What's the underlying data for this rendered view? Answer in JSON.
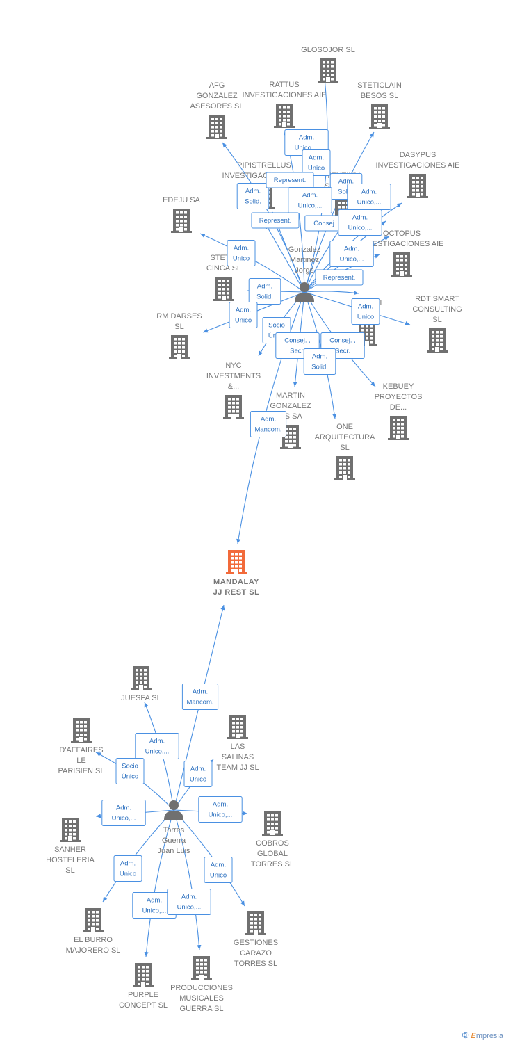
{
  "colors": {
    "edge": "#4a90e2",
    "building": "#707070",
    "highlight": "#f26a3a",
    "person": "#707070",
    "label": "#777777"
  },
  "footer": {
    "copyright": "©",
    "brand_initial": "E",
    "brand_rest": "mpresia"
  },
  "nodes": [
    {
      "id": "target",
      "type": "company",
      "highlight": true,
      "label": [
        "MANDALAY",
        "JJ REST  SL"
      ]
    },
    {
      "id": "p1",
      "type": "person",
      "label": [
        "Gonzalez",
        "Martinez",
        "Jorge"
      ]
    },
    {
      "id": "p2",
      "type": "person",
      "label": [
        "Torres",
        "Guerra",
        "Juan Luis"
      ]
    },
    {
      "id": "glosojor",
      "type": "company",
      "label": [
        "GLOSOJOR  SL"
      ]
    },
    {
      "id": "rattus",
      "type": "company",
      "label": [
        "RATTUS",
        "INVESTIGACIONES AIE"
      ]
    },
    {
      "id": "steticlain",
      "type": "company",
      "label": [
        "STETICLAIN",
        "BESOS  SL"
      ]
    },
    {
      "id": "afg",
      "type": "company",
      "label": [
        "AFG",
        "GONZALEZ",
        "ASESORES  SL"
      ]
    },
    {
      "id": "dasypus",
      "type": "company",
      "label": [
        "DASYPUS",
        "INVESTIGACIONES AIE"
      ]
    },
    {
      "id": "pipistrellus",
      "type": "company",
      "label": [
        "PIPISTRELLUS",
        "INVESTIGACIONES AIE"
      ]
    },
    {
      "id": "tentium",
      "type": "company",
      "label": [
        "TENTIUM",
        "SULTORIA"
      ]
    },
    {
      "id": "edeju",
      "type": "company",
      "label": [
        "EDEJU SA"
      ]
    },
    {
      "id": "octopus",
      "type": "company",
      "label": [
        "OCTOPUS",
        "INVESTIGACIONES AIE"
      ]
    },
    {
      "id": "steticinca",
      "type": "company",
      "label": [
        "STETIC",
        "CINCA  SL"
      ]
    },
    {
      "id": "rmdarses",
      "type": "company",
      "label": [
        "RM DARSES",
        "SL"
      ]
    },
    {
      "id": "investaie",
      "type": "company",
      "label": [
        "INVESTI",
        "ES AIE"
      ]
    },
    {
      "id": "rdt",
      "type": "company",
      "label": [
        "RDT SMART",
        "CONSULTING",
        "SL"
      ]
    },
    {
      "id": "nyc",
      "type": "company",
      "label": [
        "NYC",
        "INVESTMENTS",
        "&..."
      ]
    },
    {
      "id": "martin",
      "type": "company",
      "label": [
        "MARTIN",
        "GONZALEZ",
        "OS SA"
      ]
    },
    {
      "id": "kebuey",
      "type": "company",
      "label": [
        "KEBUEY",
        "PROYECTOS",
        "DE..."
      ]
    },
    {
      "id": "one",
      "type": "company",
      "label": [
        "ONE",
        "ARQUITECTURA",
        "SL"
      ]
    },
    {
      "id": "juesfa",
      "type": "company",
      "label": [
        "JUESFA SL"
      ]
    },
    {
      "id": "daffaires",
      "type": "company",
      "label": [
        "D'AFFAIRES",
        "LE",
        "PARISIEN SL"
      ]
    },
    {
      "id": "lassalinas",
      "type": "company",
      "label": [
        "LAS",
        "SALINAS",
        "TEAM JJ  SL"
      ]
    },
    {
      "id": "sanher",
      "type": "company",
      "label": [
        "SANHER",
        "HOSTELERIA",
        "SL"
      ]
    },
    {
      "id": "cobros",
      "type": "company",
      "label": [
        "COBROS",
        "GLOBAL",
        "TORRES  SL"
      ]
    },
    {
      "id": "elburro",
      "type": "company",
      "label": [
        "EL BURRO",
        "MAJORERO SL"
      ]
    },
    {
      "id": "gestiones",
      "type": "company",
      "label": [
        "GESTIONES",
        "CARAZO",
        "TORRES  SL"
      ]
    },
    {
      "id": "purple",
      "type": "company",
      "label": [
        "PURPLE",
        "CONCEPT SL"
      ]
    },
    {
      "id": "producciones",
      "type": "company",
      "label": [
        "PRODUCCIONES",
        "MUSICALES",
        "GUERRA  SL"
      ]
    }
  ],
  "edges": [
    {
      "from": "p1",
      "to": "glosojor",
      "label": [
        "Adm.",
        "Unico,..."
      ]
    },
    {
      "from": "p1",
      "to": "rattus",
      "label": [
        "Adm.",
        "Unico"
      ]
    },
    {
      "from": "p1",
      "to": "steticlain",
      "label": [
        "Adm.",
        "Solid."
      ]
    },
    {
      "from": "p1",
      "to": "afg",
      "label": [
        "Adm.",
        "Solid."
      ]
    },
    {
      "from": "p1",
      "to": "pipistrellus",
      "label": [
        "Represent."
      ]
    },
    {
      "from": "p1",
      "to": "tentium",
      "label": [
        "Adm.",
        "Unico,..."
      ]
    },
    {
      "from": "p1",
      "to": "dasypus",
      "label": [
        "Adm.",
        "Unico,..."
      ]
    },
    {
      "from": "p1",
      "to": "pipistrellus",
      "label": [
        "Represent."
      ]
    },
    {
      "from": "p1",
      "to": "octopus",
      "label": [
        "Consej..."
      ]
    },
    {
      "from": "p1",
      "to": "dasypus",
      "label": [
        "Adm.",
        "Unico,..."
      ]
    },
    {
      "from": "p1",
      "to": "edeju",
      "label": [
        "Adm.",
        "Unico"
      ]
    },
    {
      "from": "p1",
      "to": "octopus",
      "label": [
        "Adm.",
        "Unico,..."
      ]
    },
    {
      "from": "p1",
      "to": "investaie",
      "label": [
        "Represent."
      ]
    },
    {
      "from": "p1",
      "to": "steticinca",
      "label": [
        "Adm.",
        "Solid."
      ]
    },
    {
      "from": "p1",
      "to": "rmdarses",
      "label": [
        "Adm.",
        "Unico"
      ]
    },
    {
      "from": "p1",
      "to": "rdt",
      "label": [
        "Adm.",
        "Unico"
      ]
    },
    {
      "from": "p1",
      "to": "nyc",
      "label": [
        "Socio",
        "Único"
      ]
    },
    {
      "from": "p1",
      "to": "martin",
      "label": [
        "Consej. ,",
        "Secr."
      ]
    },
    {
      "from": "p1",
      "to": "kebuey",
      "label": [
        "Consej. ,",
        "Secr."
      ]
    },
    {
      "from": "p1",
      "to": "one",
      "label": [
        "Adm.",
        "Solid."
      ]
    },
    {
      "from": "p1",
      "to": "target",
      "label": [
        "Adm.",
        "Mancom."
      ]
    },
    {
      "from": "p2",
      "to": "target",
      "label": [
        "Adm.",
        "Mancom."
      ]
    },
    {
      "from": "p2",
      "to": "juesfa",
      "label": [
        "Adm.",
        "Unico,..."
      ]
    },
    {
      "from": "p2",
      "to": "daffaires",
      "label": [
        "Socio",
        "Único"
      ]
    },
    {
      "from": "p2",
      "to": "lassalinas",
      "label": [
        "Adm.",
        "Unico"
      ]
    },
    {
      "from": "p2",
      "to": "sanher",
      "label": [
        "Adm.",
        "Unico,..."
      ]
    },
    {
      "from": "p2",
      "to": "cobros",
      "label": [
        "Adm.",
        "Unico,..."
      ]
    },
    {
      "from": "p2",
      "to": "elburro",
      "label": [
        "Adm.",
        "Unico"
      ]
    },
    {
      "from": "p2",
      "to": "gestiones",
      "label": [
        "Adm.",
        "Unico"
      ]
    },
    {
      "from": "p2",
      "to": "purple",
      "label": [
        "Adm.",
        "Unico,..."
      ]
    },
    {
      "from": "p2",
      "to": "producciones",
      "label": [
        "Adm.",
        "Unico,..."
      ]
    }
  ]
}
